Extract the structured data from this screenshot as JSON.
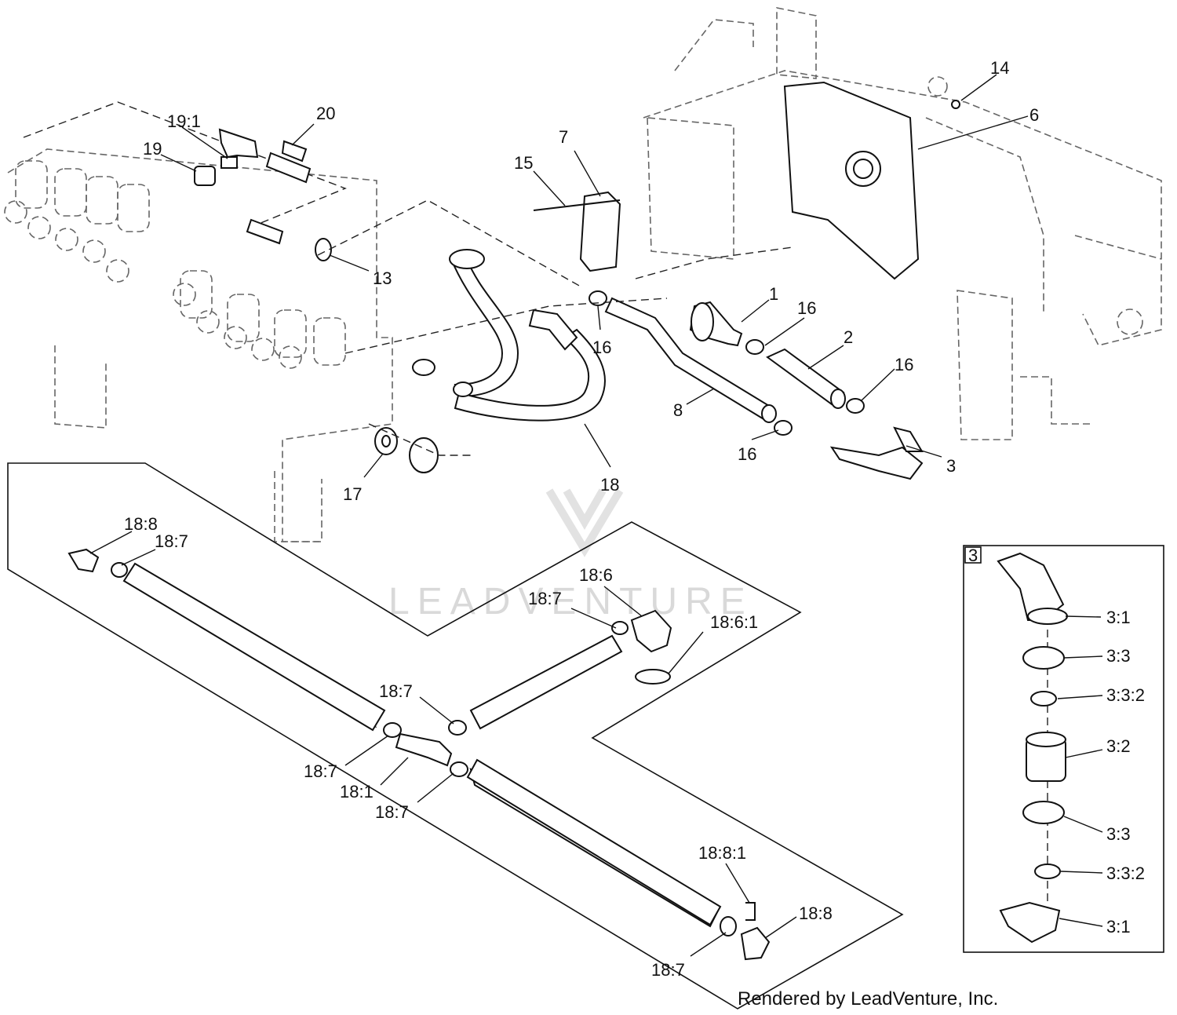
{
  "watermark": "LEADVENTURE",
  "credit": "Rendered by LeadVenture, Inc.",
  "inset_tag": "3",
  "callouts": {
    "c1": "1",
    "c2": "2",
    "c3": "3",
    "c6": "6",
    "c7": "7",
    "c8": "8",
    "c13": "13",
    "c14": "14",
    "c15": "15",
    "c16": "16",
    "c17": "17",
    "c18": "18",
    "c19": "19",
    "c19_1": "19:1",
    "c20": "20",
    "c18_1": "18:1",
    "c18_6": "18:6",
    "c18_6_1": "18:6:1",
    "c18_7": "18:7",
    "c18_8": "18:8",
    "c18_8_1": "18:8:1",
    "c3_1": "3:1",
    "c3_2": "3:2",
    "c3_3": "3:3",
    "c3_3_2": "3:3:2"
  }
}
